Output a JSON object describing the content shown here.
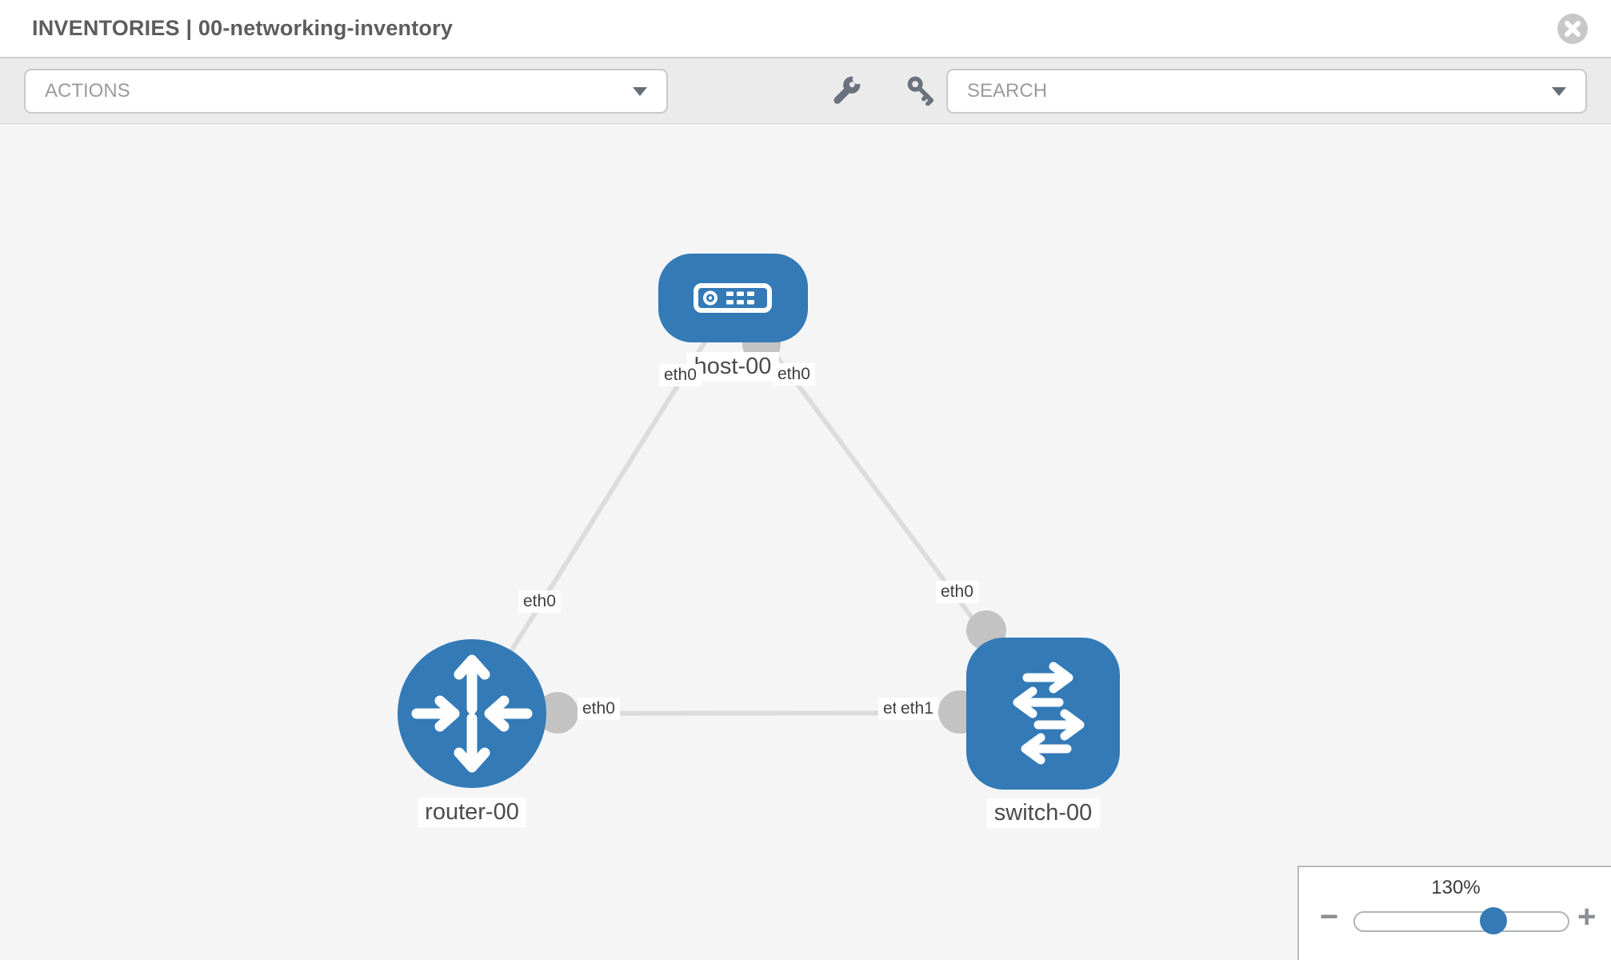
{
  "header": {
    "title": "INVENTORIES | 00-networking-inventory"
  },
  "toolbar": {
    "actions_label": "ACTIONS",
    "search_label": "SEARCH"
  },
  "topology": {
    "nodes": [
      {
        "id": "host-00",
        "type": "host",
        "label": "host-00"
      },
      {
        "id": "router-00",
        "type": "router",
        "label": "router-00"
      },
      {
        "id": "switch-00",
        "type": "switch",
        "label": "switch-00"
      }
    ],
    "links": [
      {
        "from": "host-00",
        "to": "router-00",
        "from_if": "eth0",
        "to_if": "eth0"
      },
      {
        "from": "host-00",
        "to": "switch-00",
        "from_if": "eth0",
        "to_if": "eth0"
      },
      {
        "from": "router-00",
        "to": "switch-00",
        "from_if": "eth0",
        "to_if": "eth1",
        "to_if_under": "eth0"
      }
    ]
  },
  "zoom_control": {
    "level": "130%",
    "zoom_out_label": "−",
    "zoom_in_label": "+"
  },
  "colors": {
    "node_blue": "#337ab7",
    "link_gray": "#dcdcdc",
    "port_gray": "#c3c3c3",
    "canvas_bg": "#f5f5f5",
    "toolbar_bg": "#ebebeb"
  }
}
